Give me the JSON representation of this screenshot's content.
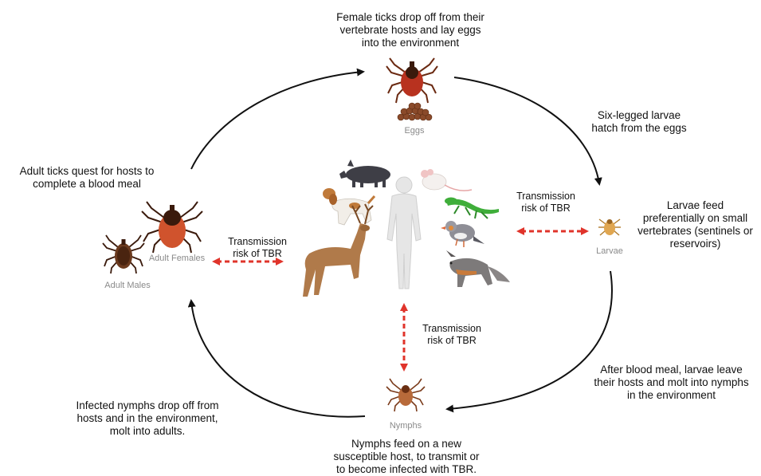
{
  "captions": {
    "top": [
      "Female ticks drop off from their",
      "vertebrate hosts and lay eggs",
      "into the environment"
    ],
    "right_top": [
      "Six-legged larvae",
      "hatch from the eggs"
    ],
    "right_mid": [
      "Larvae feed",
      "preferentially on small",
      "vertebrates (sentinels or",
      "reservoirs)"
    ],
    "right_bottom": [
      "After blood meal, larvae leave",
      "their  hosts and  molt into nymphs",
      "in the environment"
    ],
    "bottom": [
      "Nymphs feed on a new",
      "susceptible host, to transmit or",
      "to become infected with TBR."
    ],
    "left_bottom": [
      "Infected nymphs drop off from",
      "hosts and in the environment,",
      "molt into adults."
    ],
    "left_top": [
      "Adult ticks quest for hosts  to",
      "complete a blood meal"
    ]
  },
  "stage_labels": {
    "eggs": "Eggs",
    "larvae": "Larvae",
    "nymphs": "Nymphs",
    "adult_females": "Adult Females",
    "adult_males": "Adult Males"
  },
  "transmission": {
    "left": [
      "Transmission",
      "risk of TBR"
    ],
    "right": [
      "Transmission",
      "risk of TBR"
    ],
    "bottom": [
      "Transmission",
      "risk of TBR"
    ]
  },
  "colors": {
    "arrow": "#111111",
    "transmission_arrow": "#e0342b",
    "tick_red": "#b8321f",
    "tick_brown": "#6b3a1e",
    "stage_label": "#8a8a8a"
  }
}
